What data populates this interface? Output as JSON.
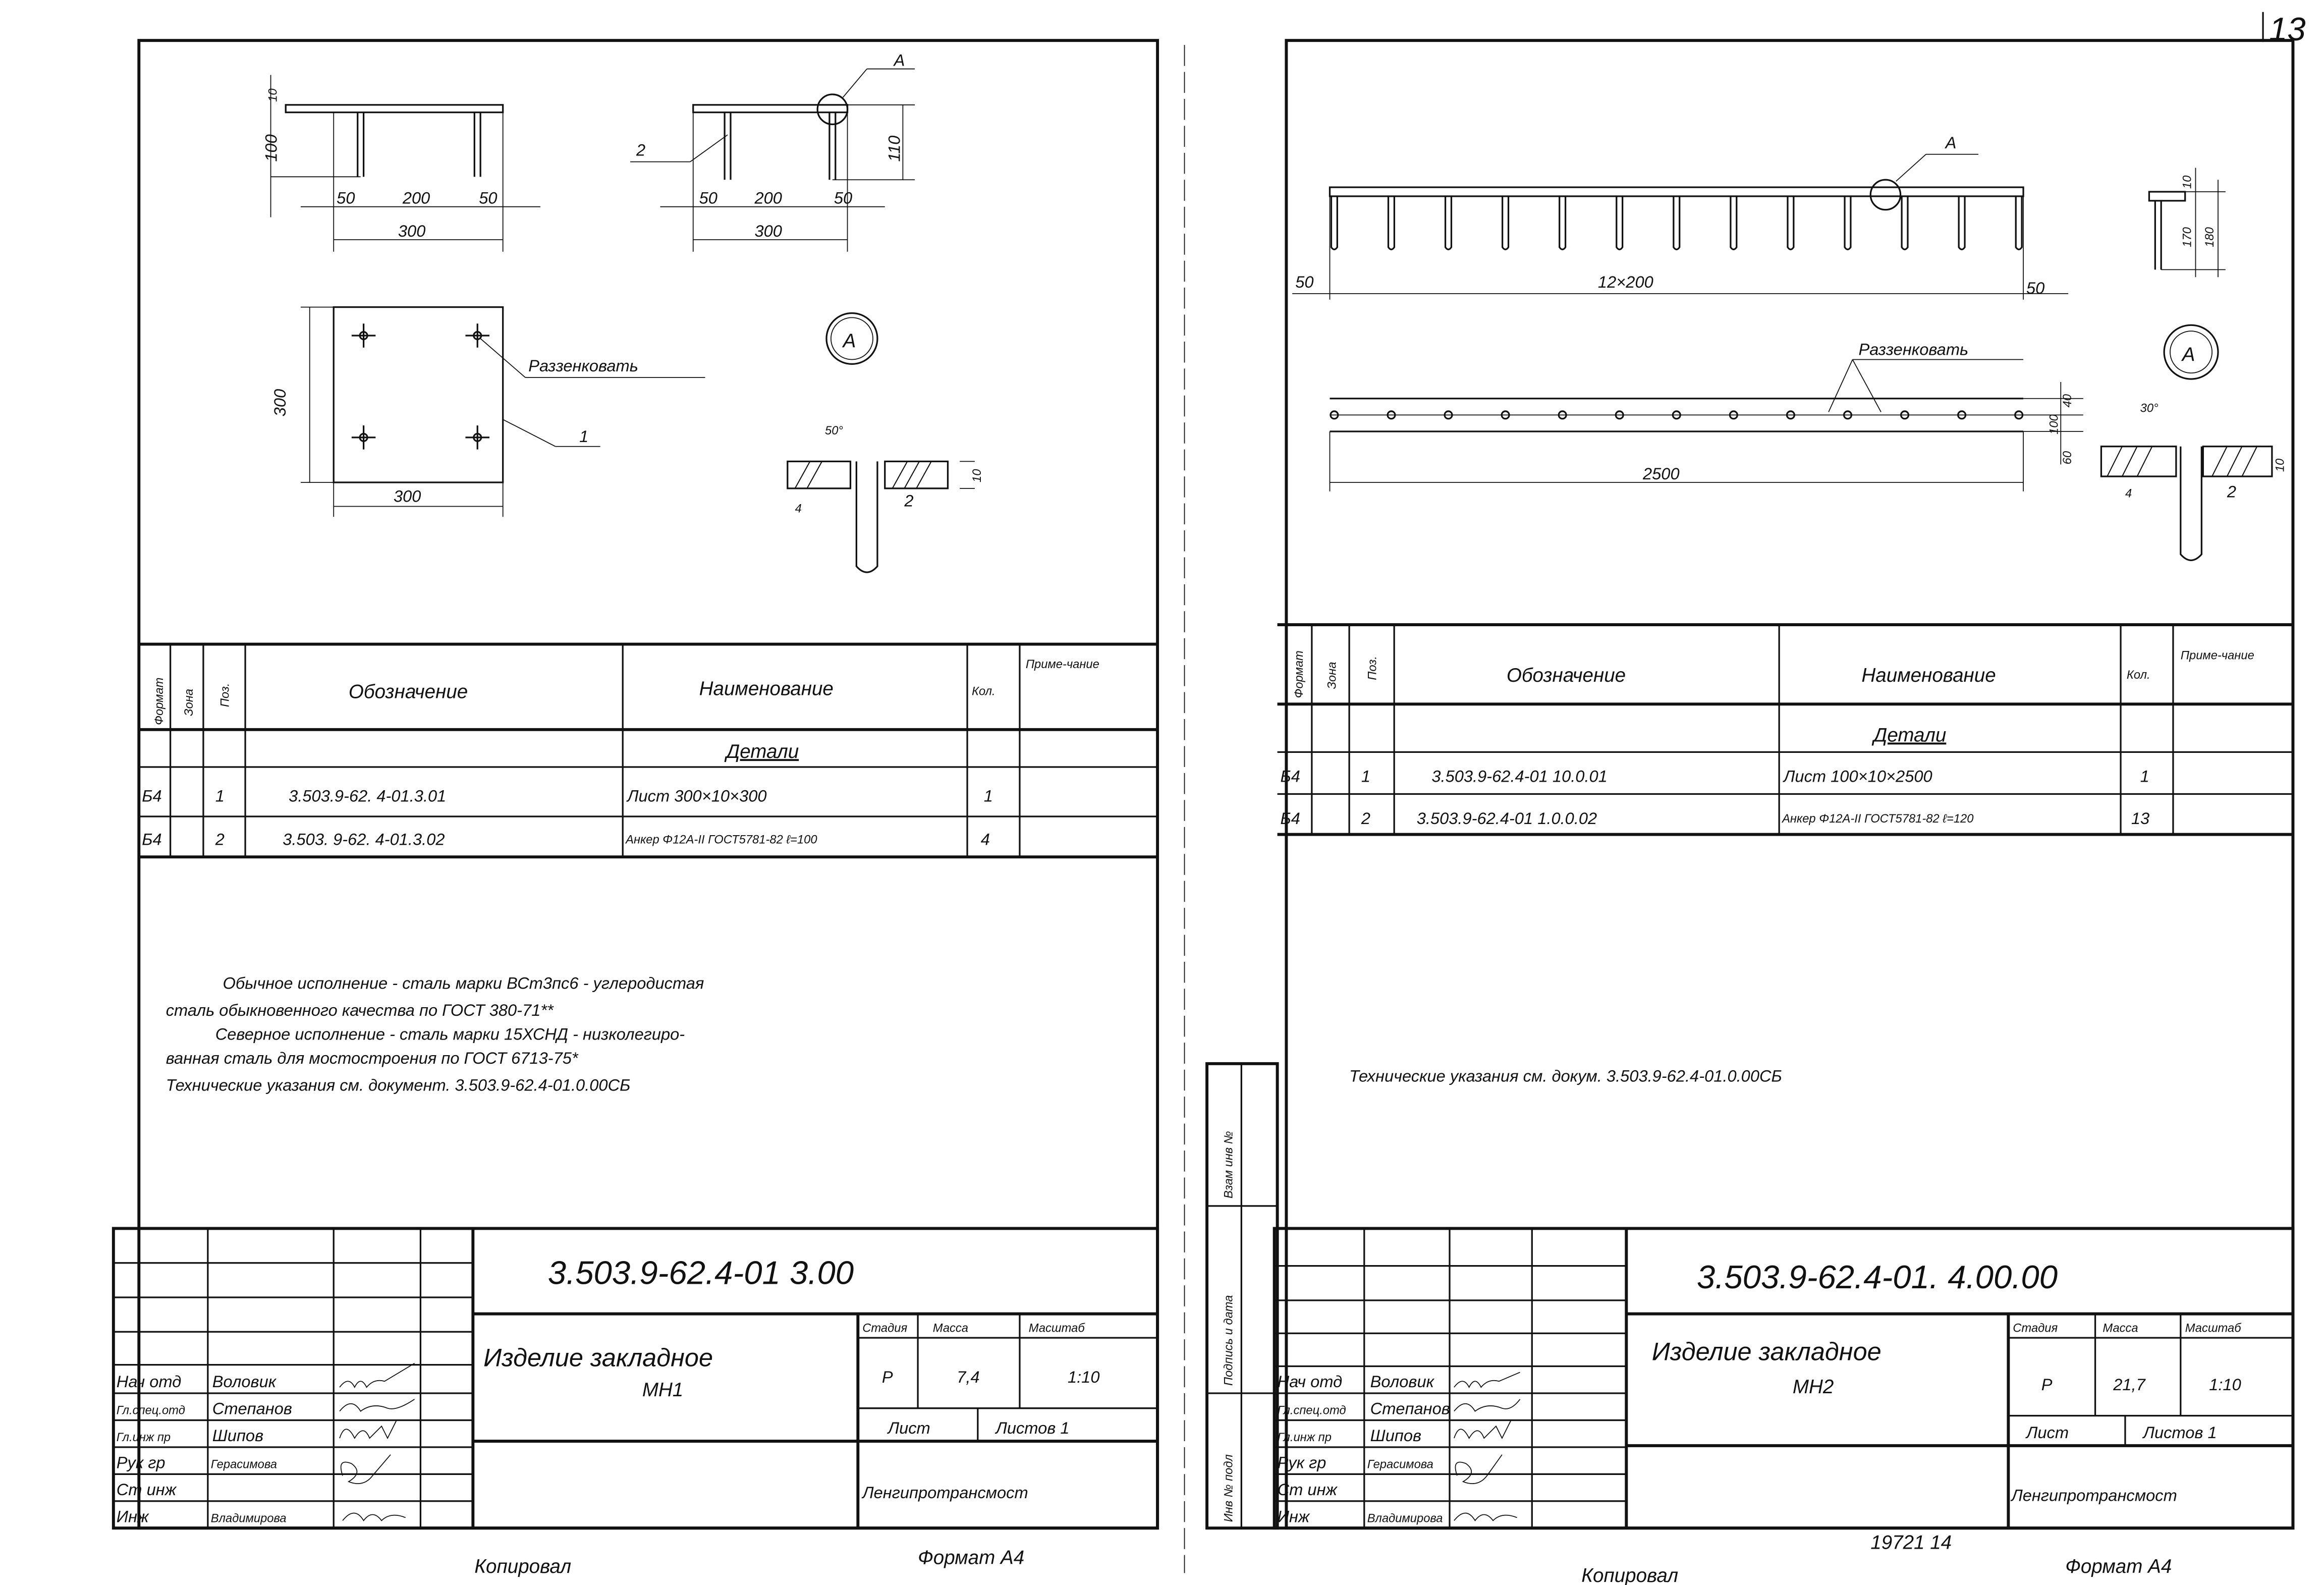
{
  "page_number": "13",
  "sheets": [
    {
      "drawing": {
        "dims_view1": [
          "10",
          "100",
          "50",
          "200",
          "50",
          "300"
        ],
        "dims_view2": [
          "110",
          "50",
          "200",
          "50",
          "300"
        ],
        "callout_a": "А",
        "callout_pos2": "2",
        "plan_dims": [
          "300",
          "300"
        ],
        "countersink_label": "Раззенковать",
        "callout_pos1": "1",
        "detail_title": "А",
        "detail_angle": "50°",
        "detail_dims": [
          "2",
          "10",
          "4"
        ]
      },
      "spec": {
        "headers": [
          "Формат",
          "Зона",
          "Поз.",
          "Обозначение",
          "Наименование",
          "Кол.",
          "Приме-чание"
        ],
        "section": "Детали",
        "rows": [
          {
            "format": "Б4",
            "zone": "",
            "pos": "1",
            "designation": "3.503.9-62. 4-01.3.01",
            "name": "Лист 300×10×300",
            "qty": "1",
            "note": ""
          },
          {
            "format": "Б4",
            "zone": "",
            "pos": "2",
            "designation": "3.503. 9-62. 4-01.3.02",
            "name": "Анкер Φ12А-II ГОСТ5781-82 ℓ=100",
            "qty": "4",
            "note": ""
          }
        ]
      },
      "notes": [
        "Обычное исполнение - сталь марки ВСт3пс6 - углеродистая",
        "сталь обыкновенного качества по ГОСТ 380-71**",
        "Северное исполнение - сталь марки 15ХСНД - низколегиро-",
        "ванная сталь для мостостроения по ГОСТ 6713-75*",
        "Технические указания см. документ. 3.503.9-62.4-01.0.00СБ"
      ],
      "title_block": {
        "doc_number": "3.503.9-62.4-01 3.00",
        "title_line1": "Изделие закладное",
        "title_line2": "МН1",
        "stage_label": "Стадия",
        "mass_label": "Масса",
        "scale_label": "Масштаб",
        "stage": "Р",
        "mass": "7,4",
        "scale": "1:10",
        "sheet_label": "Лист",
        "sheets_label": "Листов 1",
        "organization": "Ленгипротрансмост",
        "staff": [
          {
            "role": "Нач отд",
            "name": "Воловик"
          },
          {
            "role": "Гл.спец.отд",
            "name": "Степанов"
          },
          {
            "role": "Гл.инж пр",
            "name": "Шипов"
          },
          {
            "role": "Рук гр",
            "name": "Герасимова"
          },
          {
            "role": "Ст инж",
            "name": ""
          },
          {
            "role": "Инж",
            "name": "Владимирова"
          }
        ]
      },
      "footer": {
        "copied": "Копировал",
        "format": "Формат А4"
      }
    },
    {
      "drawing": {
        "dims_elev": [
          "50",
          "12×200",
          "50"
        ],
        "dims_side": [
          "10",
          "170",
          "180"
        ],
        "callout_a": "А",
        "countersink_label": "Раззенковать",
        "plan_dims": [
          "2500",
          "40",
          "100",
          "60"
        ],
        "detail_title": "А",
        "detail_angle": "30°",
        "detail_dims": [
          "2",
          "10",
          "4"
        ]
      },
      "spec": {
        "headers": [
          "Формат",
          "Зона",
          "Поз.",
          "Обозначение",
          "Наименование",
          "Кол.",
          "Приме-чание"
        ],
        "section": "Детали",
        "rows": [
          {
            "format": "Б4",
            "zone": "",
            "pos": "1",
            "designation": "3.503.9-62.4-01 10.0.01",
            "name": "Лист 100×10×2500",
            "qty": "1",
            "note": ""
          },
          {
            "format": "Б4",
            "zone": "",
            "pos": "2",
            "designation": "3.503.9-62.4-01 1.0.0.02",
            "name": "Анкер Φ12А-II ГОСТ5781-82 ℓ=120",
            "qty": "13",
            "note": ""
          }
        ]
      },
      "notes": [
        "Технические указания см. докум. 3.503.9-62.4-01.0.00СБ"
      ],
      "side_stamp": [
        "Взам инв №",
        "Подпись и дата",
        "Инв № подл"
      ],
      "title_block": {
        "doc_number": "3.503.9-62.4-01. 4.00.00",
        "title_line1": "Изделие закладное",
        "title_line2": "МН2",
        "stage_label": "Стадия",
        "mass_label": "Масса",
        "scale_label": "Масштаб",
        "stage": "Р",
        "mass": "21,7",
        "scale": "1:10",
        "sheet_label": "Лист",
        "sheets_label": "Листов 1",
        "organization": "Ленгипротрансмост",
        "staff": [
          {
            "role": "Нач отд",
            "name": "Воловик"
          },
          {
            "role": "Гл.спец.отд",
            "name": "Степанов"
          },
          {
            "role": "Гл.инж пр",
            "name": "Шипов"
          },
          {
            "role": "Рук гр",
            "name": "Герасимова"
          },
          {
            "role": "Ст инж",
            "name": ""
          },
          {
            "role": "Инж",
            "name": "Владимирова"
          }
        ]
      },
      "footer": {
        "copied": "Копировал",
        "archive_number": "19721  14",
        "format": "Формат А4"
      }
    }
  ]
}
